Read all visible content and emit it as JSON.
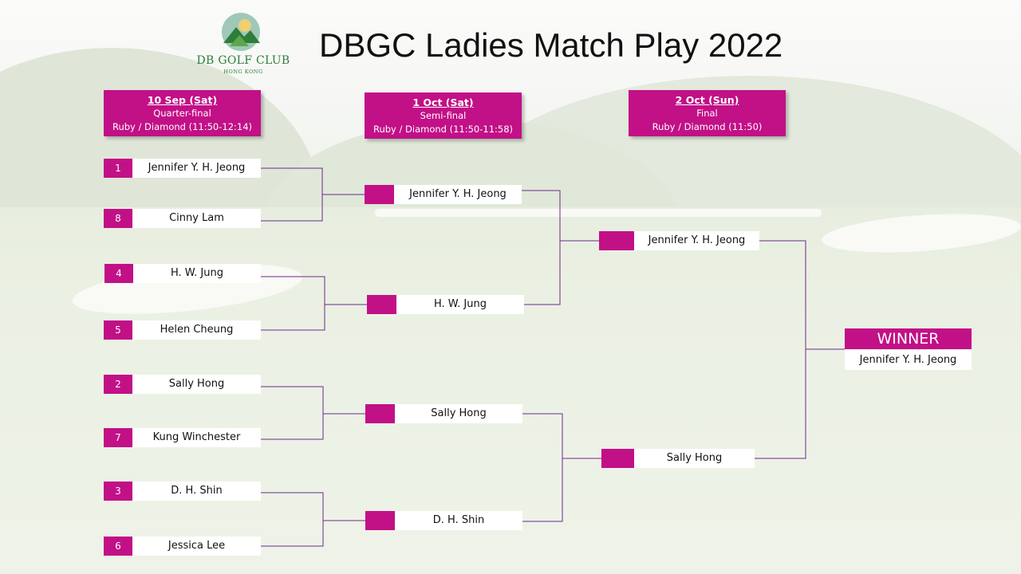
{
  "title": "DBGC Ladies Match Play 2022",
  "logo": {
    "text": "DB GOLF CLUB",
    "subtext": "HONG KONG"
  },
  "colors": {
    "accent": "#c21087",
    "connector": "#6a2a8a"
  },
  "rounds": [
    {
      "date": "10 Sep (Sat)",
      "stage": "Quarter-final",
      "venue": "Ruby / Diamond (11:50-12:14)"
    },
    {
      "date": "1 Oct (Sat)",
      "stage": "Semi-final",
      "venue": "Ruby / Diamond (11:50-11:58)"
    },
    {
      "date": "2 Oct (Sun)",
      "stage": "Final",
      "venue": "Ruby / Diamond (11:50)"
    }
  ],
  "quarterfinals": [
    {
      "seed": "1",
      "name": "Jennifer Y. H. Jeong"
    },
    {
      "seed": "8",
      "name": "Cinny Lam"
    },
    {
      "seed": "4",
      "name": "H. W. Jung"
    },
    {
      "seed": "5",
      "name": "Helen Cheung"
    },
    {
      "seed": "2",
      "name": "Sally Hong"
    },
    {
      "seed": "7",
      "name": "Kung Winchester"
    },
    {
      "seed": "3",
      "name": "D. H. Shin"
    },
    {
      "seed": "6",
      "name": "Jessica Lee"
    }
  ],
  "semifinals": [
    {
      "name": "Jennifer Y. H. Jeong"
    },
    {
      "name": "H. W. Jung"
    },
    {
      "name": "Sally Hong"
    },
    {
      "name": "D. H. Shin"
    }
  ],
  "final": [
    {
      "name": "Jennifer Y. H. Jeong"
    },
    {
      "name": "Sally Hong"
    }
  ],
  "winner": {
    "label": "WINNER",
    "name": "Jennifer Y. H. Jeong"
  }
}
